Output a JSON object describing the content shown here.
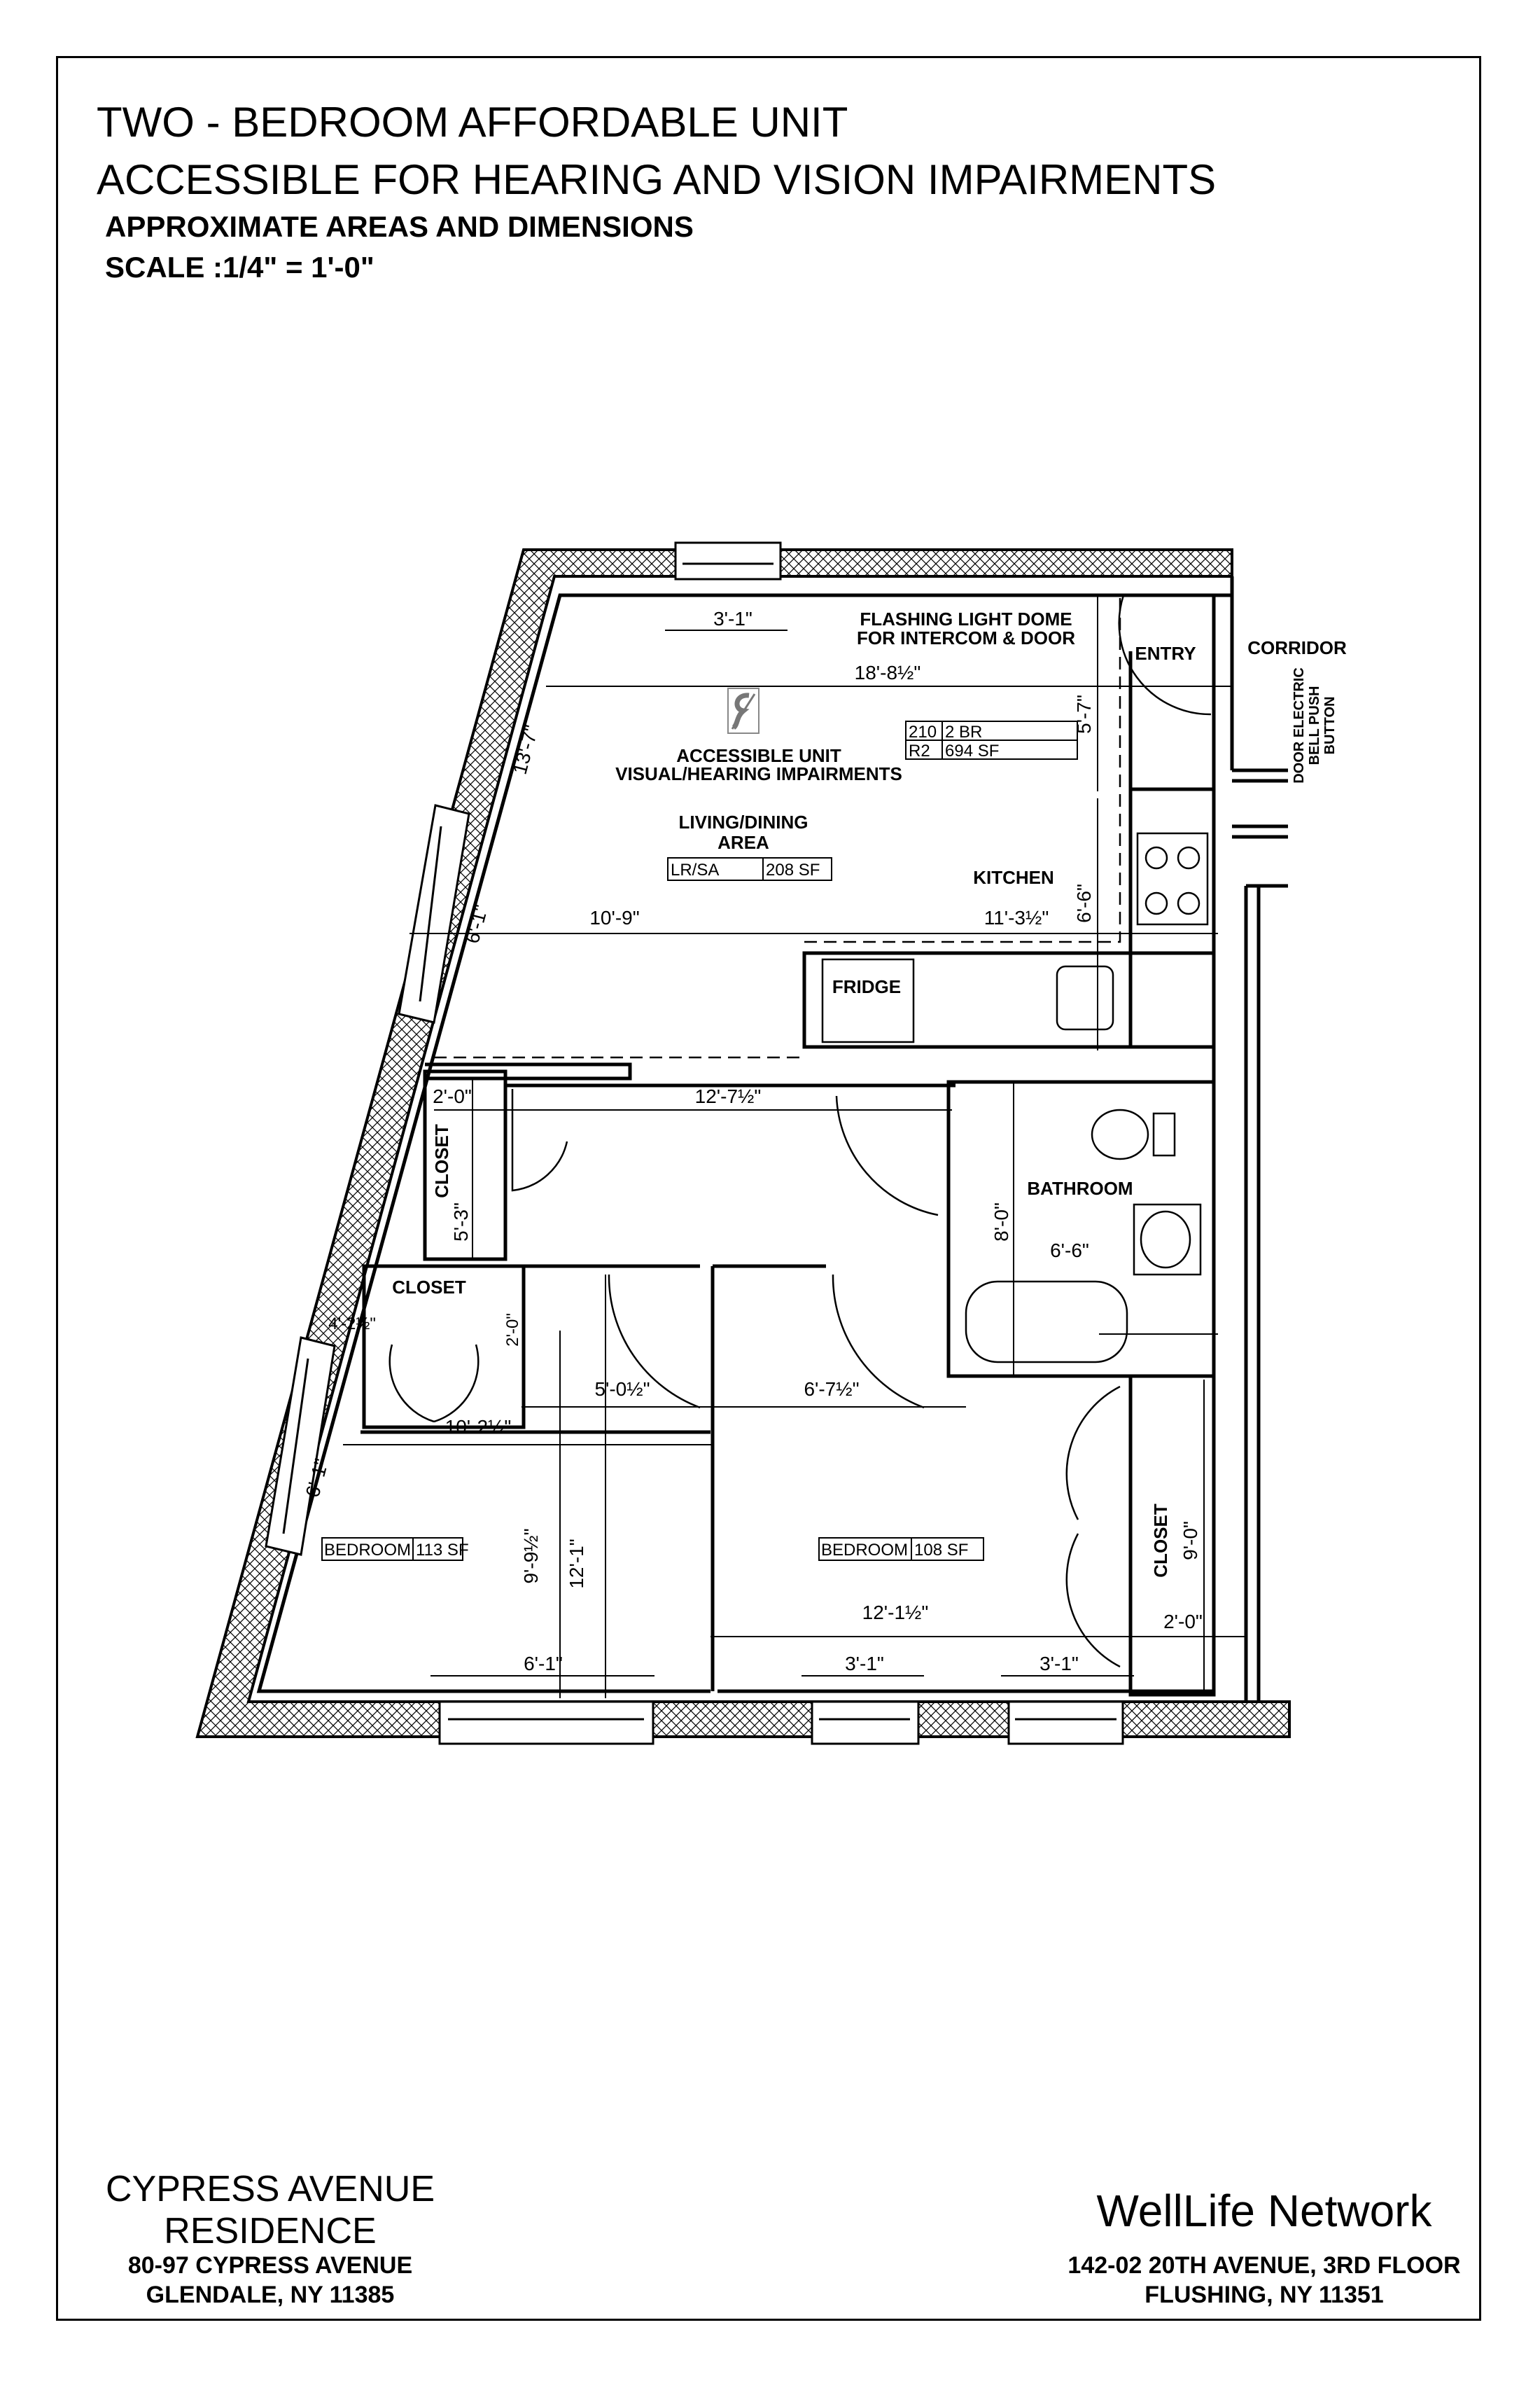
{
  "header": {
    "title_line1": "TWO - BEDROOM AFFORDABLE UNIT",
    "title_line2": "ACCESSIBLE FOR HEARING AND VISION IMPAIRMENTS",
    "subtitle": "APPROXIMATE AREAS AND DIMENSIONS",
    "scale": "SCALE :1/4\" = 1'-0\""
  },
  "plan": {
    "rooms": {
      "flashing_line1": "FLASHING LIGHT DOME",
      "flashing_line2": "FOR INTERCOM & DOOR",
      "entry": "ENTRY",
      "corridor": "CORRIDOR",
      "bell_line1": "DOOR ELECTRIC",
      "bell_line2": "BELL PUSH",
      "bell_line3": "BUTTON",
      "accessible_line1": "ACCESSIBLE UNIT",
      "accessible_line2": "VISUAL/HEARING IMPAIRMENTS",
      "living_line1": "LIVING/DINING",
      "living_line2": "AREA",
      "kitchen": "KITCHEN",
      "fridge": "FRIDGE",
      "closet_upper": "CLOSET",
      "closet_middle": "CLOSET",
      "closet_right": "CLOSET",
      "bathroom": "BATHROOM"
    },
    "unit_tag": {
      "unit": "210",
      "type": "2 BR",
      "code": "R2",
      "area": "694 SF"
    },
    "area_tags": {
      "living": {
        "name": "LR/SA",
        "area": "208 SF"
      },
      "bedroom_left": {
        "name": "BEDROOM",
        "area": "113 SF"
      },
      "bedroom_right": {
        "name": "BEDROOM",
        "area": "108 SF"
      }
    },
    "dimensions": {
      "top_window": "3'-1\"",
      "overall_width": "18'-8½\"",
      "entry_depth": "5'-7\"",
      "left_wall_upper": "13'-7\"",
      "living_width": "10'-9\"",
      "kitchen_width": "11'-3½\"",
      "kitchen_depth": "6'-6\"",
      "left_window_upper": "6'-1\"",
      "closet_upper_width": "2'-0\"",
      "hall_width": "12'-7½\"",
      "closet_upper_length": "5'-3\"",
      "bath_depth": "8'-0\"",
      "bath_width": "6'-6\"",
      "closet_mid_width": "4'-2½\"",
      "closet_mid_depth": "2'-0\"",
      "hall_a": "5'-0½\"",
      "hall_b": "6'-7½\"",
      "bedroom_left_width": "10'-2½\"",
      "left_window_lower": "6'-1\"",
      "bedroom_left_depth_a": "9'-9½\"",
      "bedroom_left_depth_b": "12'-1\"",
      "closet_right_length": "9'-0\"",
      "bedroom_right_width": "12'-1½\"",
      "closet_right_depth": "2'-0\"",
      "bottom_window_left": "6'-1\"",
      "bottom_window_mid": "3'-1\"",
      "bottom_window_right": "3'-1\""
    },
    "icons": {
      "hearing": "hearing-impaired-symbol-icon"
    }
  },
  "footer": {
    "project_line1": "CYPRESS AVENUE",
    "project_line2": "RESIDENCE",
    "project_address1": "80-97 CYPRESS AVENUE",
    "project_address2": "GLENDALE, NY 11385",
    "org_name": "WellLife Network",
    "org_address1": "142-02 20TH AVENUE, 3RD FLOOR",
    "org_address2": "FLUSHING, NY 11351"
  }
}
